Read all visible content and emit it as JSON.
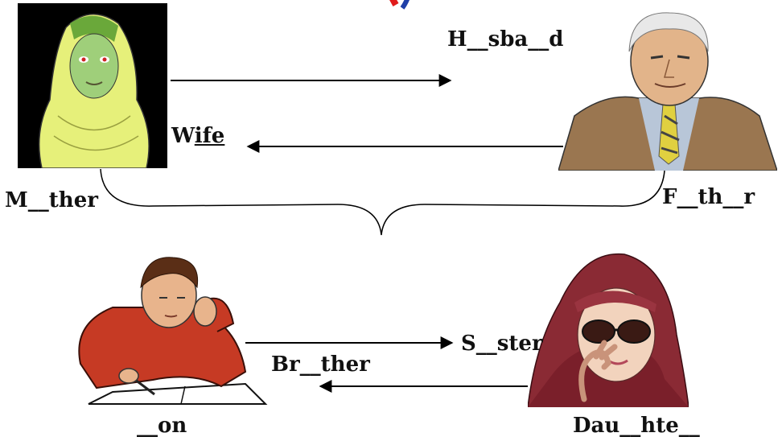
{
  "labels": {
    "husband": "H__sba__d",
    "wife_prefix": "W",
    "wife_fill": "ife",
    "mother": "M__ther",
    "father": "F__th__r",
    "sister": "S__ster",
    "brother": "Br__ther",
    "son": "__on",
    "daughter": "Dau__hte__"
  },
  "colors": {
    "title_red": "#e01b1b",
    "title_blue": "#1f3fa8",
    "hijab_mother": "#e6f07a",
    "face_mother": "#9fcf7a",
    "suit_father": "#9a7650",
    "sweater_son": "#c63a24",
    "hijab_daughter": "#8a2a34"
  },
  "icons": {
    "mother": "woman-in-hijab-icon",
    "father": "old-man-in-suit-icon",
    "son": "boy-writing-icon",
    "daughter": "girl-in-hijab-sunglasses-icon"
  }
}
